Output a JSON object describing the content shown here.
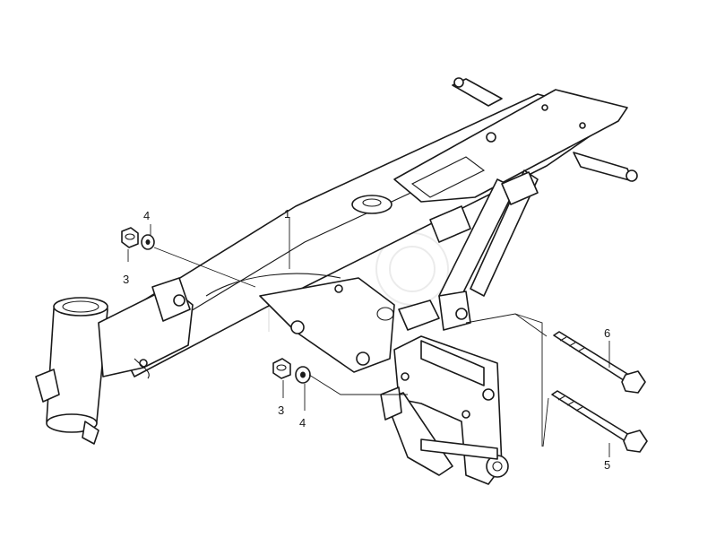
{
  "callouts": {
    "frame": "1",
    "nut_left": "3",
    "washer_left": "4",
    "nut_right": "3",
    "washer_right": "4",
    "bolt_upper": "6",
    "bolt_lower": "5"
  },
  "colors": {
    "line": "#1a1a1a",
    "background": "#ffffff",
    "watermark": "#c8c8c8"
  }
}
